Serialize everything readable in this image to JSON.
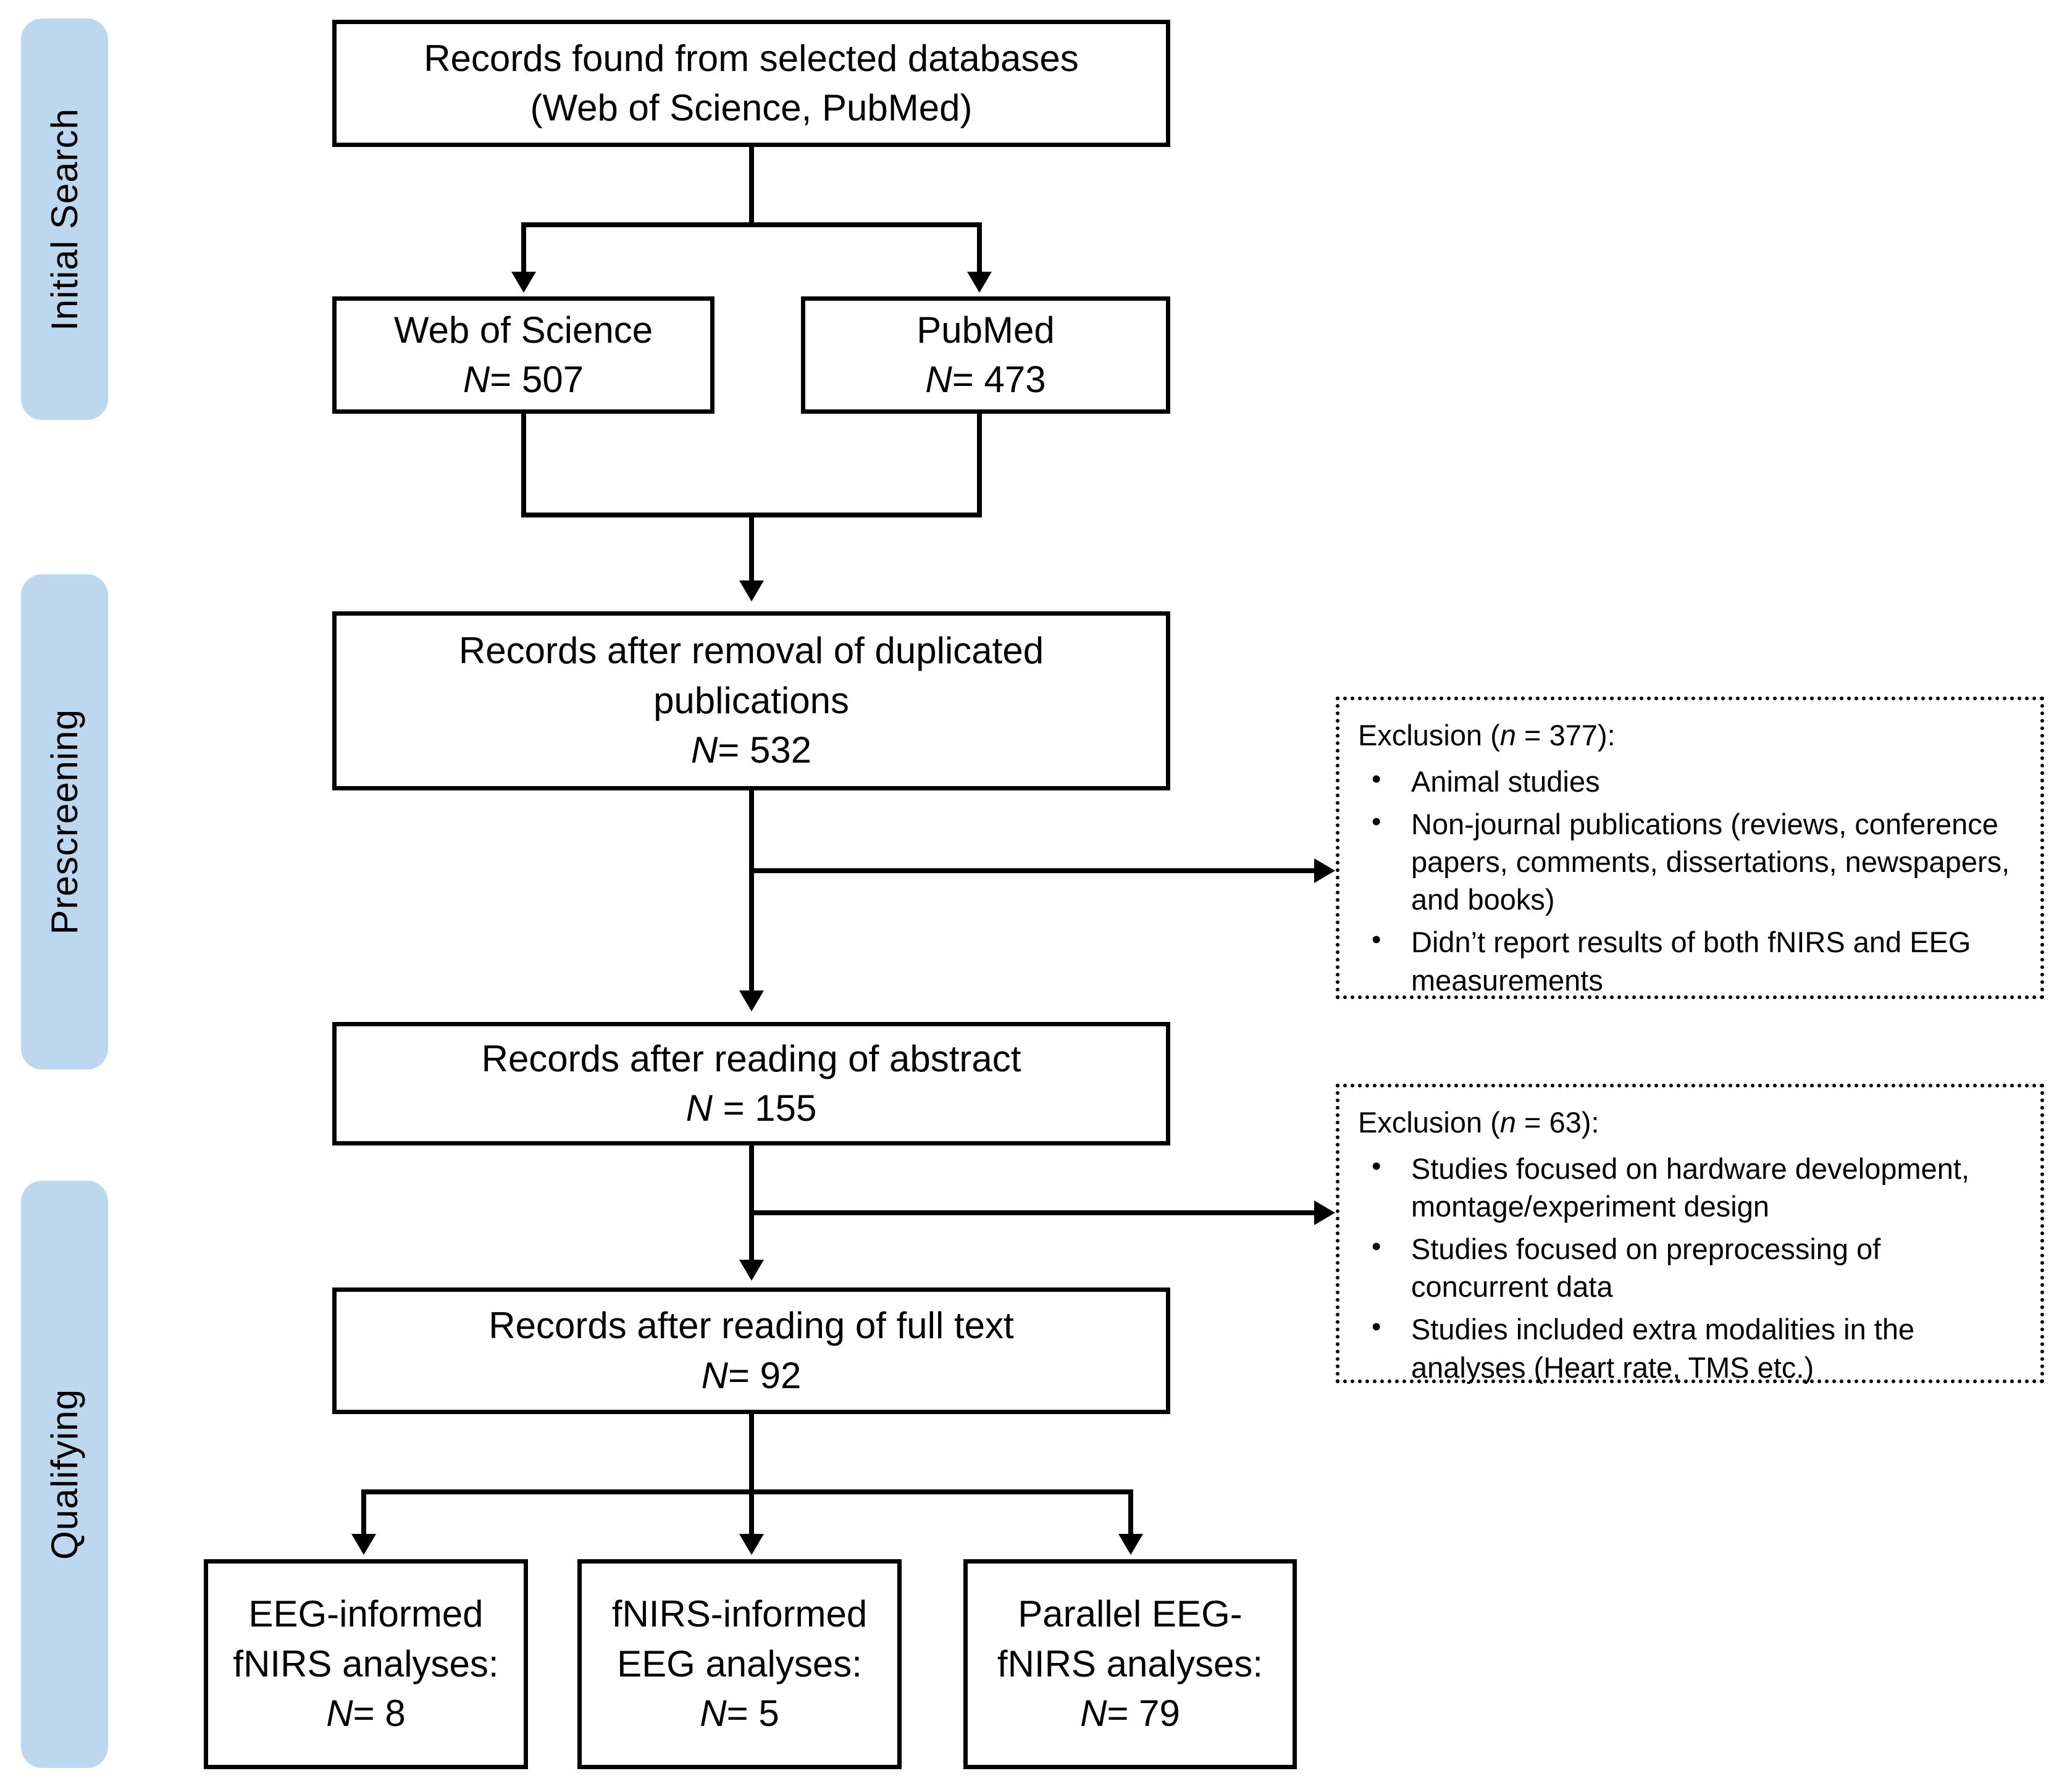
{
  "diagram": {
    "title": "PRISMA study selection flow diagram",
    "accent_color": "#bdd7ee",
    "line_color": "#000000"
  },
  "stages": [
    {
      "label": "Initial Search"
    },
    {
      "label": "Prescreening"
    },
    {
      "label": "Qualifying"
    }
  ],
  "boxes": {
    "source": {
      "line1": "Records found from selected databases",
      "line2": "(Web of Science, PubMed)"
    },
    "wos": {
      "line1": "Web of Science",
      "n_label": "N",
      "n_value": "= 507"
    },
    "pubmed": {
      "line1": "PubMed",
      "n_label": "N",
      "n_value": "= 473"
    },
    "dedup": {
      "line1": "Records after removal of duplicated",
      "line2": "publications",
      "n_label": "N",
      "n_value": "= 532"
    },
    "abstract": {
      "line1": "Records after reading of abstract",
      "n_label": "N",
      "n_value": " = 155"
    },
    "fulltext": {
      "line1": "Records after reading of full text",
      "n_label": "N",
      "n_value": "= 92"
    },
    "out1": {
      "line1": "EEG-informed",
      "line2": "fNIRS analyses:",
      "n_label": "N",
      "n_value": "= 8"
    },
    "out2": {
      "line1": "fNIRS-informed",
      "line2": "EEG analyses:",
      "n_label": "N",
      "n_value": "= 5"
    },
    "out3": {
      "line1": "Parallel EEG-",
      "line2": "fNIRS analyses:",
      "n_label": "N",
      "n_value": "= 79"
    }
  },
  "exclusions": [
    {
      "title_prefix": "Exclusion (",
      "title_n": "n",
      "title_suffix": " = 377):",
      "bullet_char": "•",
      "items": [
        "Animal studies",
        "Non-journal publications (reviews, conference papers, comments, dissertations, newspapers, and books)",
        "Didn’t report results of both fNIRS and EEG measurements"
      ]
    },
    {
      "title_prefix": "Exclusion (",
      "title_n": "n",
      "title_suffix": " = 63):",
      "bullet_char": "•",
      "items": [
        "Studies focused on hardware development, montage/experiment design",
        "Studies focused on preprocessing of concurrent data",
        "Studies included extra modalities in the analyses (Heart rate, TMS etc.)"
      ]
    }
  ]
}
